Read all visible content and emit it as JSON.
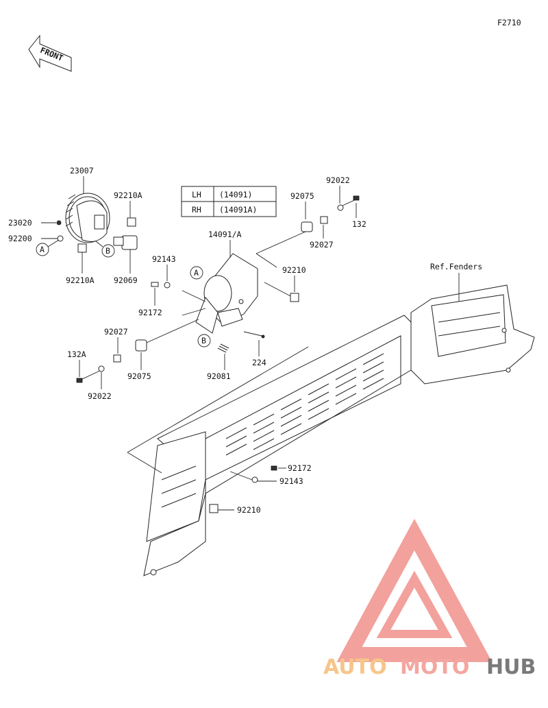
{
  "figure_code": "F2710",
  "front_label": "FRONT",
  "ref_label": "Ref.Fenders",
  "variant_table": [
    {
      "side": "LH",
      "part": "(14091)"
    },
    {
      "side": "RH",
      "part": "(14091A)"
    }
  ],
  "callouts": {
    "c23007": "23007",
    "c92210A_top": "92210A",
    "c23020": "23020",
    "c92200": "92200",
    "c92210A_bot": "92210A",
    "c92069": "92069",
    "c92143_top": "92143",
    "c92172_top": "92172",
    "c14091A": "14091/A",
    "c92210_top": "92210",
    "c92022_top": "92022",
    "c92075_top": "92075",
    "c132": "132",
    "c92027_top": "92027",
    "c92027_bot": "92027",
    "c132A": "132A",
    "c92022_bot": "92022",
    "c92075_bot": "92075",
    "c92081": "92081",
    "c224": "224",
    "c92172_bot": "92172",
    "c92143_bot": "92143",
    "c92210_bot": "92210"
  },
  "ref_markers": {
    "a1": "A",
    "b1": "B",
    "a2": "A",
    "b2": "B"
  },
  "watermark": {
    "part1": "AUTO",
    "part2": "MOTO",
    "part3": "HUB",
    "color1": "#f7c58a",
    "color2": "#f4a6a0",
    "color3": "#7a7a7a",
    "logo_color": "#f08a84"
  }
}
